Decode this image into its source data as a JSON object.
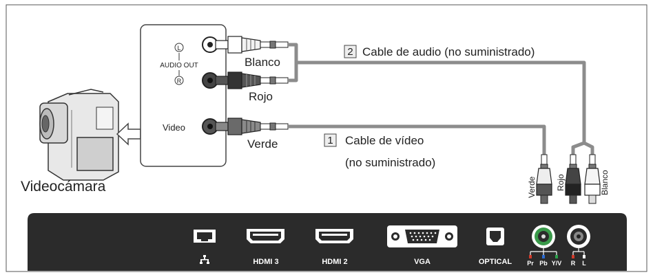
{
  "camera": {
    "label": "Videocámara"
  },
  "panel": {
    "audio_left_symbol": "L",
    "audio_out_label": "AUDIO OUT",
    "audio_right_symbol": "R",
    "video_label": "Video"
  },
  "plugs": {
    "white": "Blanco",
    "red": "Rojo",
    "green": "Verde"
  },
  "cables": {
    "audio": {
      "number": "2",
      "label": "Cable de audio (no suministrado)"
    },
    "video": {
      "number": "1",
      "label_line1": "Cable de vídeo",
      "label_line2": "(no suministrado)"
    }
  },
  "vertical_labels": {
    "green": "Verde",
    "red": "Rojo",
    "white": "Blanco"
  },
  "tv_ports": {
    "hdmi3": "HDMI 3",
    "hdmi2": "HDMI 2",
    "vga": "VGA",
    "optical": "OPTICAL",
    "component": [
      "Pr",
      "Pb",
      "Y/V"
    ],
    "audio": [
      "R",
      "L"
    ]
  },
  "colors": {
    "panel_bg": "#2b2b2b",
    "cable": "#8c8c8c",
    "green_jack": "#3a9a4a",
    "red_pin": "#d23a2a",
    "blue_pin": "#2a6ad2",
    "green_pin": "#2aa04a"
  }
}
